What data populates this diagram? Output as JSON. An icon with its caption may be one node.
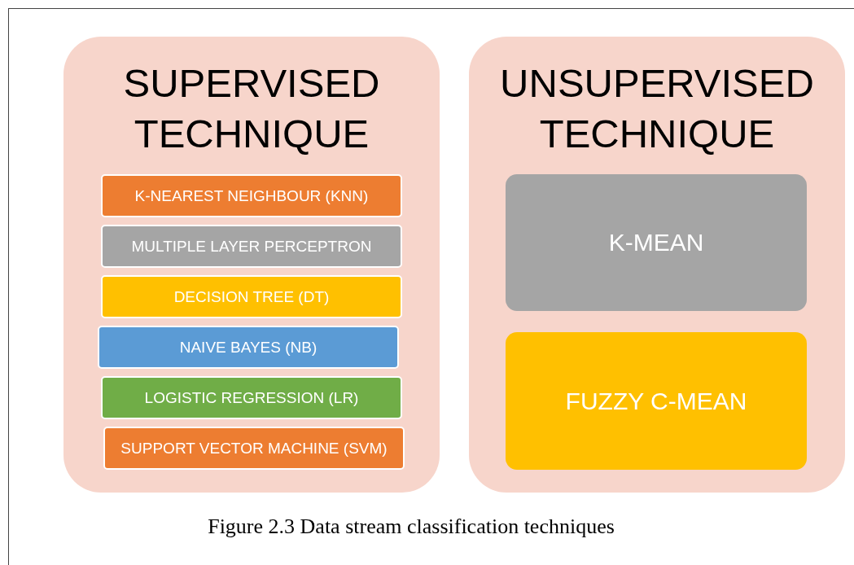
{
  "diagram": {
    "caption": "Figure 2.3 Data stream classification techniques",
    "nodes": [
      {
        "text": [
          "SUPERVISED TECHNIQUE"
        ]
      },
      {
        "text": [
          "K-NEAREST NEIGHBOUR (KNN)"
        ],
        "in": 0
      },
      {
        "text": [
          "MULTIPLE LAYER PERCEPTRON"
        ],
        "in": 0
      },
      {
        "text": [
          "DECISION TREE (DT)"
        ],
        "in": 0
      },
      {
        "text": [
          "NAIVE BAYES (NB)"
        ],
        "in": 0
      },
      {
        "text": [
          "LOGISTIC REGRESSION (LR)"
        ],
        "in": 0
      },
      {
        "text": [
          "SUPPORT VECTOR MACHINE (SVM)"
        ],
        "in": 0
      },
      {
        "text": [
          "UNSUPERVISED TECHNIQUE"
        ]
      },
      {
        "text": [
          "K-MEAN"
        ],
        "in": 7
      },
      {
        "text": [
          "FUZZY C-MEAN"
        ],
        "in": 7
      }
    ]
  }
}
